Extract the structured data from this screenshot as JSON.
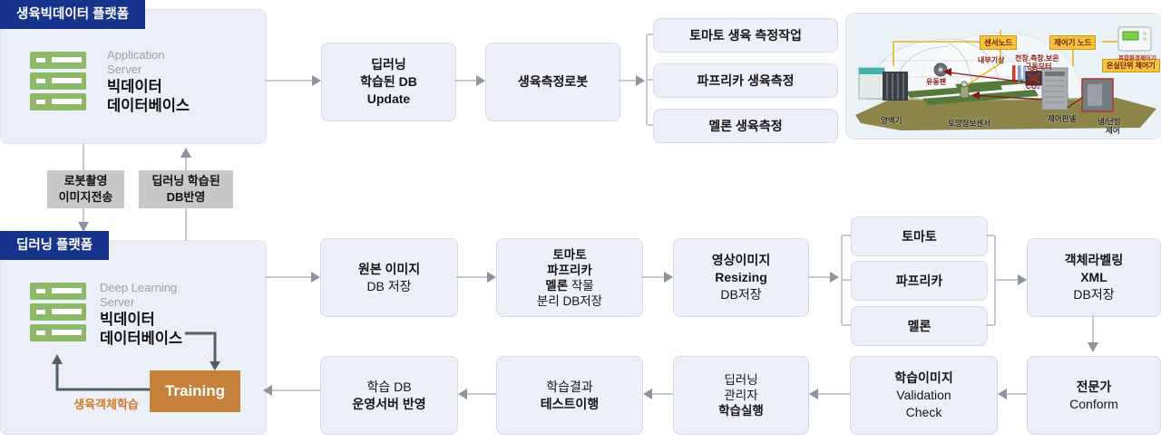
{
  "colors": {
    "navy_header": "#17348c",
    "box_fill": "#eef0f9",
    "tag_gray": "#c8c8c8",
    "training_orange": "#c8813b",
    "note_orange": "#d07b28",
    "server_green": "#8cba68",
    "dark_connector": "#4f6068",
    "yellow_label": "#f6c33a"
  },
  "bigdata_platform": {
    "header": "생육빅데이터 플랫폼",
    "server_type_line1": "Application",
    "server_type_line2": "Server",
    "server_name_line1": "빅데이터",
    "server_name_line2": "데이터베이스"
  },
  "top_flow": {
    "db_update": {
      "l1": "딥러닝",
      "l2": "학습된 DB",
      "l3": "Update"
    },
    "robot": "생육측정로봇",
    "tasks": [
      "토마토 생육 측정작업",
      "파프리카 생육측정",
      "멜론 생육측정"
    ]
  },
  "transfer": {
    "down": {
      "l1": "로봇촬영",
      "l2": "이미지전송"
    },
    "up": {
      "l1": "딥러닝 학습된",
      "l2": "DB반영"
    }
  },
  "dl_platform": {
    "header": "딥러닝 플랫폼",
    "server_type_line1": "Deep Learning",
    "server_type_line2": "Server",
    "server_name_line1": "빅데이터",
    "server_name_line2": "데이터베이스",
    "training": "Training",
    "note": "생육객체학습"
  },
  "mid_flow": {
    "m1": {
      "l1": "원본 이미지",
      "l2": "DB 저장"
    },
    "m2": {
      "l1": "토마토",
      "l2": "파프리카",
      "l3b": "멜론",
      "l3n": " 작물",
      "l4": "분리 DB저장"
    },
    "m3": {
      "l1": "영상이미지",
      "l2": "Resizing",
      "l3": "DB저장"
    },
    "crops": [
      "토마토",
      "파프리카",
      "멜론"
    ],
    "m5": {
      "l1": "객체라벨링",
      "l2": "XML",
      "l3": "DB저장"
    }
  },
  "bottom_flow": {
    "b1": {
      "l1": "학습 DB",
      "l2": "운영서버 반영"
    },
    "b2": {
      "l1": "학습결과",
      "l2": "테스트이행"
    },
    "b3": {
      "l1": "딥러닝",
      "l2": "관리자",
      "l3": "학습실행"
    },
    "b4": {
      "l1": "학습이미지",
      "l2": "Validation",
      "l3": "Check"
    },
    "b5": {
      "l1": "전문가",
      "l2": "Conform"
    }
  },
  "greenhouse": {
    "yellow": [
      "센서노드",
      "제어기 노드",
      "온실단위 제어기"
    ],
    "red": {
      "weather": "내부기상",
      "motor1": "천창.측창.보온",
      "motor2": "구동모터",
      "temp": "온도",
      "hum": "습도",
      "co2": "CO₂",
      "fan": "유동팬",
      "device": "복합환경제어기"
    },
    "dark": {
      "nutrient": "양액기",
      "soil": "토양정보센서",
      "panel": "제어판넬",
      "hvac1": "냉/난방",
      "hvac2": "제어"
    }
  }
}
